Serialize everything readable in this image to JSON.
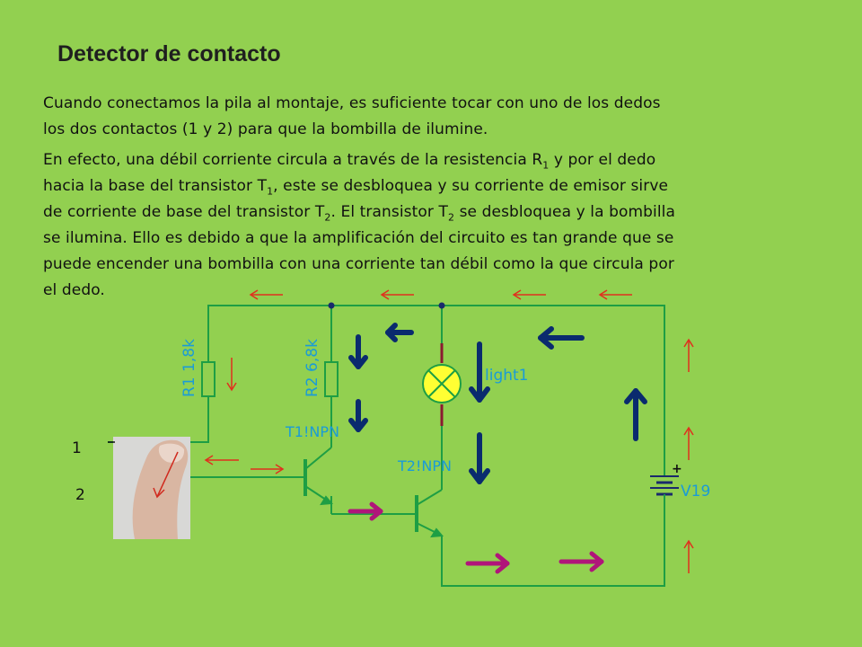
{
  "title": "Detector de contacto",
  "paragraph1": {
    "lines": [
      "Cuando conectamos la pila al montaje, es suficiente tocar con uno de los dedos",
      "los dos contactos (1 y 2) para que la bombilla de ilumine."
    ]
  },
  "paragraph2": {
    "line1_a": "En efecto, una débil corriente circula a través de la resistencia R",
    "line1_sub": "1",
    "line1_b": " y por el dedo",
    "line2_a": "hacia la base del transistor T",
    "line2_sub": "1",
    "line2_b": ", este se desbloquea y su corriente de emisor sirve",
    "line3_a": "de corriente de base del transistor T",
    "line3_sub1": "2",
    "line3_b": ". El transistor T",
    "line3_sub2": "2",
    "line3_c": " se desbloquea y la bombilla",
    "line4": "se ilumina. Ello es debido a que la amplificación del circuito es tan grande que se",
    "line5": "puede encender una bombilla con una corriente tan débil como la que circula por",
    "line6": "el dedo."
  },
  "circuit": {
    "r1_label": "R1 1,8k",
    "r2_label": "R2 6,8k",
    "t1_label": "T1!NPN",
    "t2_label": "T2!NPN",
    "lamp_label": "light1",
    "battery_label": "V19",
    "battery_plus": "+",
    "contact1": "1",
    "contact2": "2"
  },
  "colors": {
    "background": "#92d050",
    "wire": "#1e9e44",
    "component_label": "#1a9bd7",
    "arrow_red": "#e0301e",
    "arrow_blue": "#0a2b6e",
    "arrow_magenta": "#b0157a",
    "lamp_fill": "#ffff33"
  }
}
